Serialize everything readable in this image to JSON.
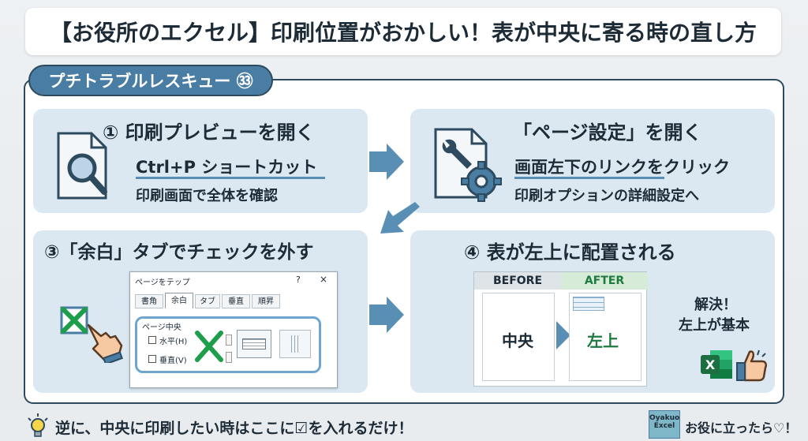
{
  "title": "【お役所のエクセル】印刷位置がおかしい！表が中央に寄る時の直し方",
  "series_tag": "プチトラブルレスキュー ㉝",
  "step1": {
    "heading": "① 印刷プレビューを開く",
    "line1": "Ctrl+P ショートカット",
    "line2": "印刷画面で全体を確認"
  },
  "step2": {
    "heading": "「ページ設定」を開く",
    "line1": "画面左下のリンクをクリック",
    "line2": "印刷オプションの詳細設定へ"
  },
  "step3": {
    "heading": "③「余白」タブでチェックを外す",
    "dialog_title": "ページをテップ",
    "dialog_help": "?",
    "dialog_close": "×",
    "tabs": [
      "書角",
      "余白",
      "タブ",
      "垂直",
      "順昇"
    ],
    "group_label": "ページ中央",
    "option_h": "水平(H)",
    "option_v": "垂直(V)"
  },
  "step4": {
    "heading": "④ 表が左上に配置される",
    "before_label": "BEFORE",
    "after_label": "AFTER",
    "before_text": "中央",
    "after_text": "左上",
    "result_line1": "解決！",
    "result_line2": "左上が基本"
  },
  "footer": {
    "tip": "逆に、中央に印刷したい時はここに☑を入れるだけ！",
    "logo_line1": "Oyakuo",
    "logo_line2": "Excel",
    "cta": "お役に立ったら♡！"
  },
  "colors": {
    "card": "#dbe8f2",
    "accent": "#4a7da3",
    "border": "#2d4a5e",
    "arrow": "#5a8fb5",
    "green": "#1e9e4a",
    "excel": "#1d6f42"
  }
}
